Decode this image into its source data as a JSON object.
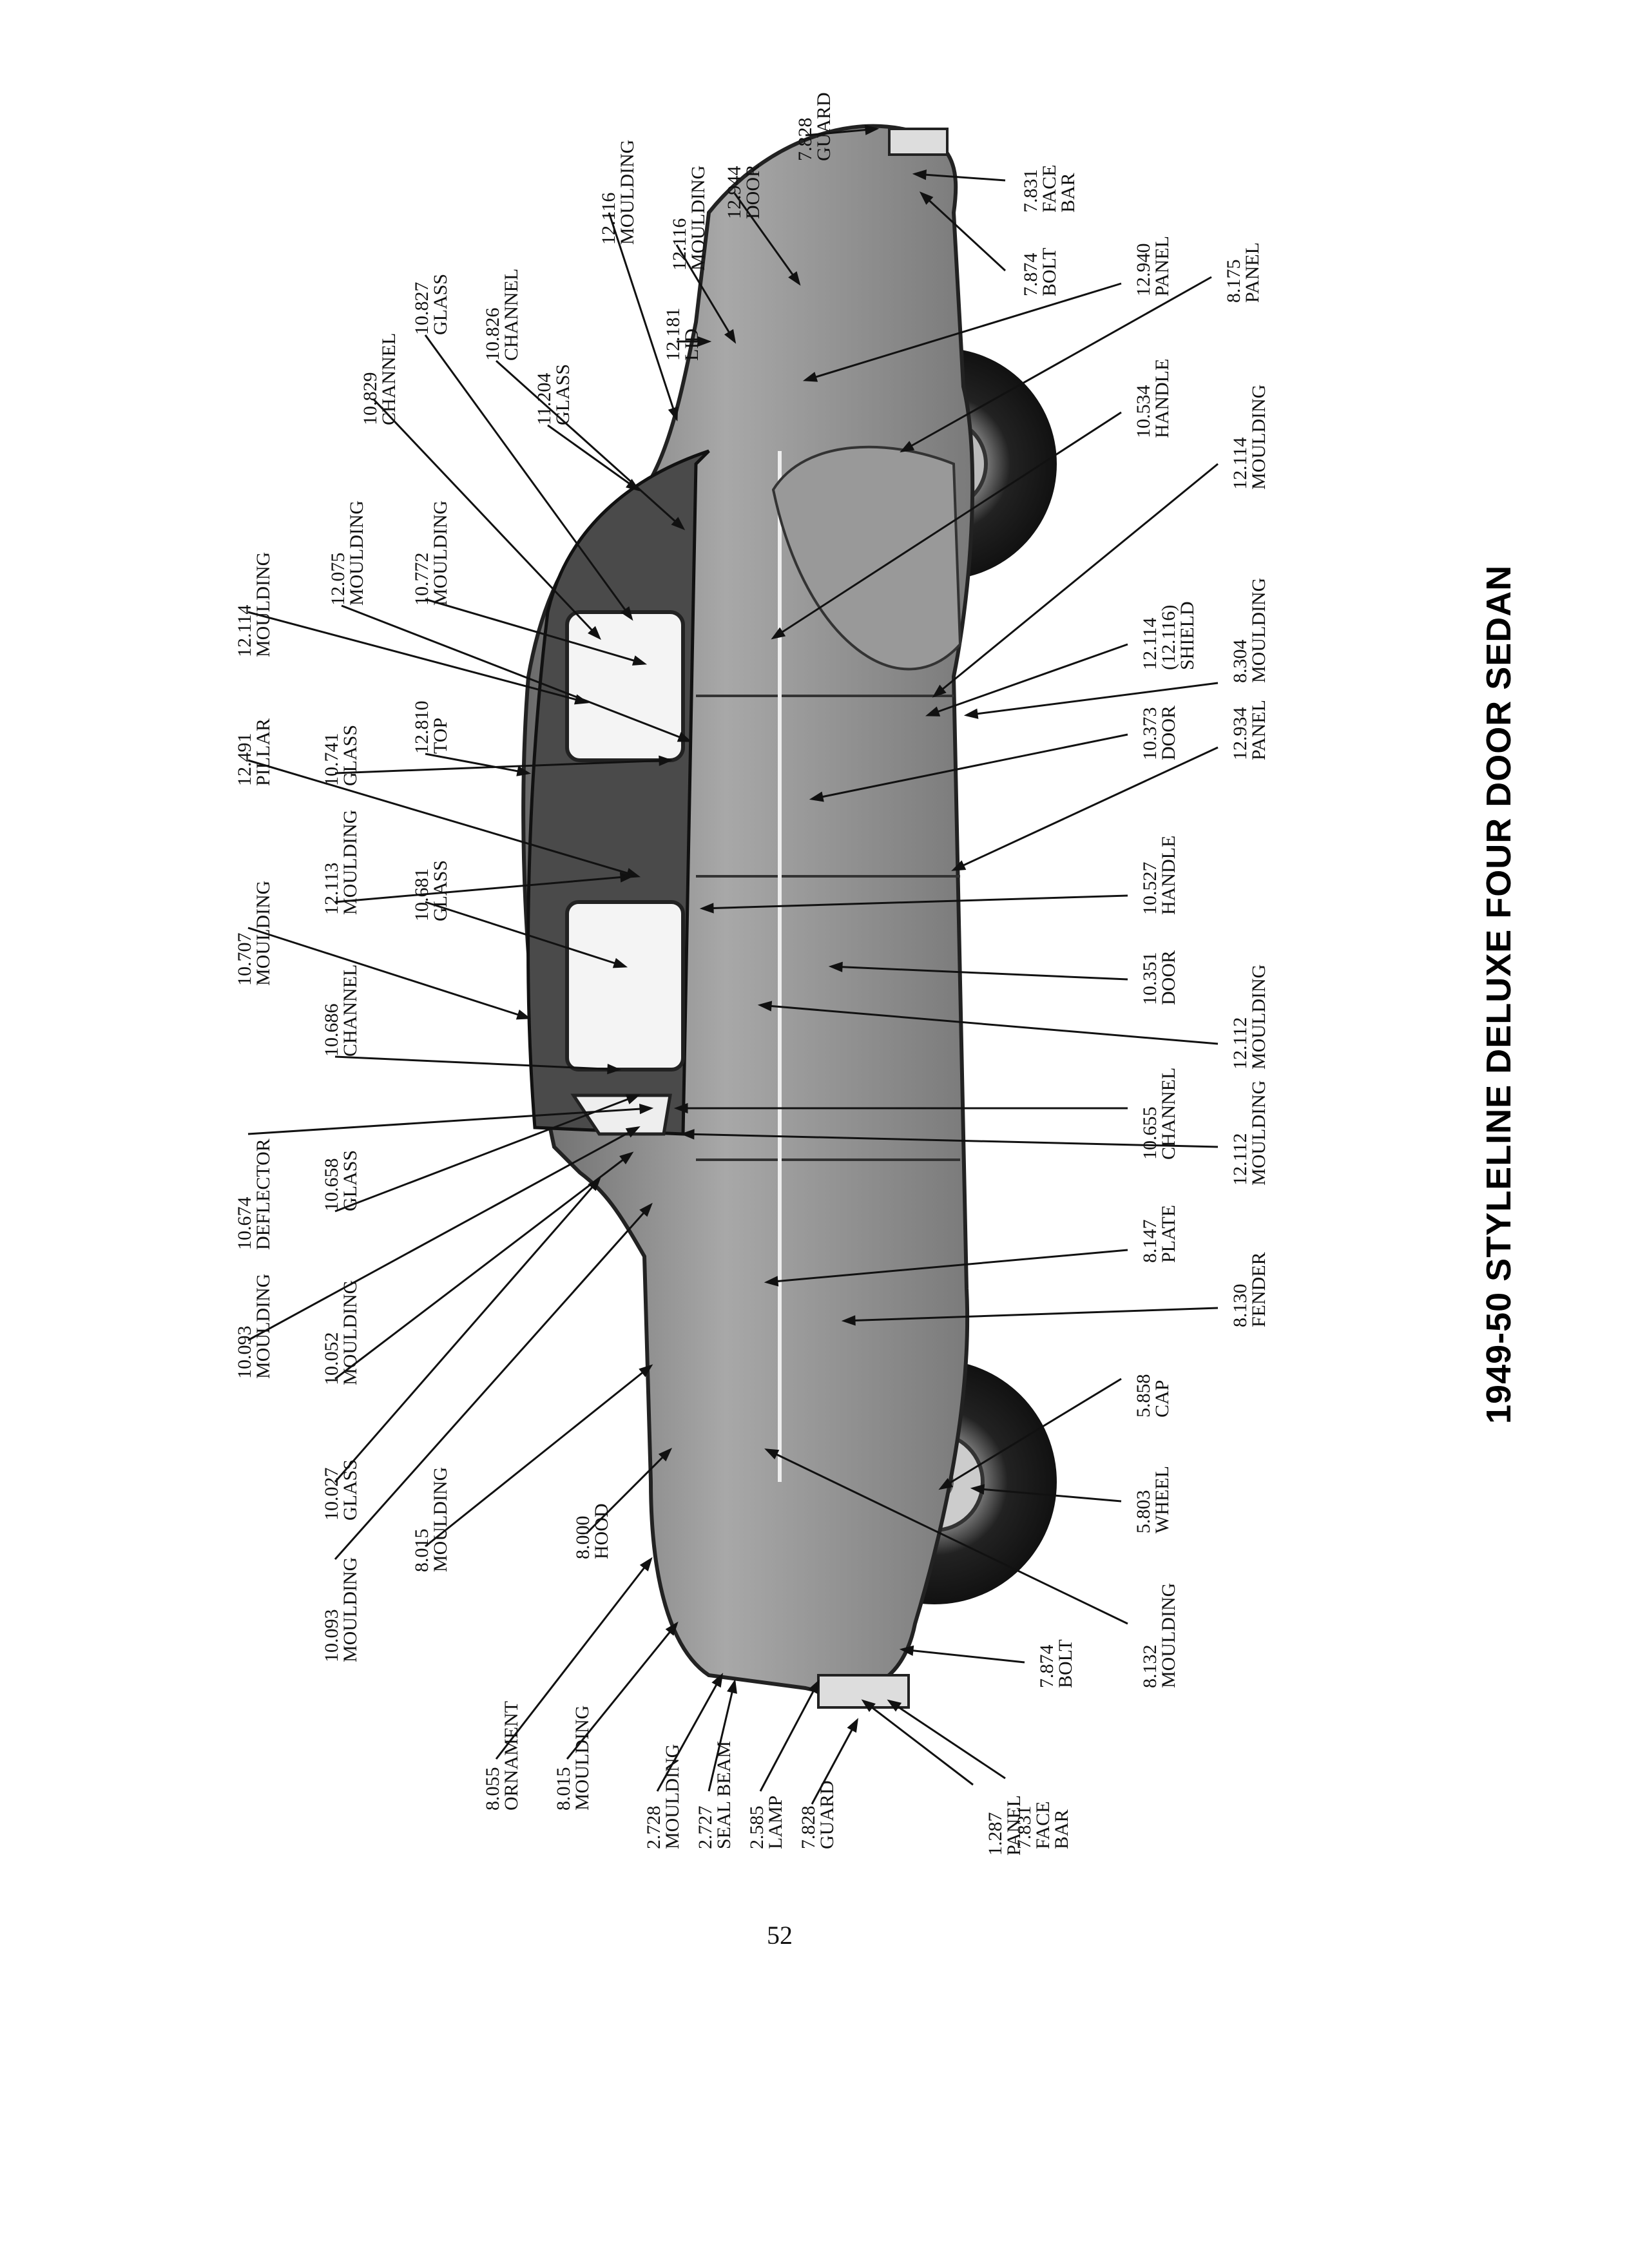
{
  "title": "1949-50 STYLELINE DELUXE FOUR DOOR SEDAN",
  "page_number": "52",
  "parts": [
    {
      "id": "p01",
      "number": "12.116",
      "name": "MOULDING"
    },
    {
      "id": "p02",
      "number": "12.116",
      "name": "MOULDING"
    },
    {
      "id": "p03",
      "number": "12.944",
      "name": "DOOR"
    },
    {
      "id": "p04",
      "number": "7.828",
      "name": "GUARD"
    },
    {
      "id": "p05",
      "number": "7.831",
      "name": "FACE\nBAR"
    },
    {
      "id": "p06",
      "number": "7.874",
      "name": "BOLT"
    },
    {
      "id": "p07",
      "number": "12.940",
      "name": "PANEL"
    },
    {
      "id": "p08",
      "number": "8.175",
      "name": "PANEL"
    },
    {
      "id": "p09",
      "number": "10.829",
      "name": "CHANNEL"
    },
    {
      "id": "p10",
      "number": "10.827",
      "name": "GLASS"
    },
    {
      "id": "p11",
      "number": "10.826",
      "name": "CHANNEL"
    },
    {
      "id": "p12",
      "number": "11.204",
      "name": "GLASS"
    },
    {
      "id": "p13",
      "number": "12.181",
      "name": "LID"
    },
    {
      "id": "p14",
      "number": "10.534",
      "name": "HANDLE"
    },
    {
      "id": "p15",
      "number": "12.114",
      "name": "MOULDING"
    },
    {
      "id": "p16",
      "number": "12.114",
      "name": "MOULDING"
    },
    {
      "id": "p17",
      "number": "12.075",
      "name": "MOULDING"
    },
    {
      "id": "p18",
      "number": "10.772",
      "name": "MOULDING"
    },
    {
      "id": "p19",
      "number": "12.114\n(12.116)",
      "name": "SHIELD"
    },
    {
      "id": "p20",
      "number": "8.304",
      "name": "MOULDING"
    },
    {
      "id": "p21",
      "number": "12.491",
      "name": "PILLAR"
    },
    {
      "id": "p22",
      "number": "10.741",
      "name": "GLASS"
    },
    {
      "id": "p23",
      "number": "12.810",
      "name": "TOP"
    },
    {
      "id": "p24",
      "number": "10.373",
      "name": "DOOR"
    },
    {
      "id": "p25",
      "number": "12.934",
      "name": "PANEL"
    },
    {
      "id": "p26",
      "number": "10.707",
      "name": "MOULDING"
    },
    {
      "id": "p27",
      "number": "12.113",
      "name": "MOULDING"
    },
    {
      "id": "p28",
      "number": "10.681",
      "name": "GLASS"
    },
    {
      "id": "p29",
      "number": "10.527",
      "name": "HANDLE"
    },
    {
      "id": "p30",
      "number": "10.351",
      "name": "DOOR"
    },
    {
      "id": "p31",
      "number": "12.112",
      "name": "MOULDING"
    },
    {
      "id": "p32",
      "number": "10.686",
      "name": "CHANNEL"
    },
    {
      "id": "p33",
      "number": "10.674",
      "name": "DEFLECTOR"
    },
    {
      "id": "p34",
      "number": "10.658",
      "name": "GLASS"
    },
    {
      "id": "p35",
      "number": "10.655",
      "name": "CHANNEL"
    },
    {
      "id": "p36",
      "number": "12.112",
      "name": "MOULDING"
    },
    {
      "id": "p37",
      "number": "10.093",
      "name": "MOULDING"
    },
    {
      "id": "p38",
      "number": "10.052",
      "name": "MOULDING"
    },
    {
      "id": "p39",
      "number": "8.147",
      "name": "PLATE"
    },
    {
      "id": "p40",
      "number": "8.130",
      "name": "FENDER"
    },
    {
      "id": "p41",
      "number": "10.027",
      "name": "GLASS"
    },
    {
      "id": "p42",
      "number": "10.093",
      "name": "MOULDING"
    },
    {
      "id": "p43",
      "number": "8.015",
      "name": "MOULDING"
    },
    {
      "id": "p44",
      "number": "8.000",
      "name": "HOOD"
    },
    {
      "id": "p45",
      "number": "5.858",
      "name": "CAP"
    },
    {
      "id": "p46",
      "number": "5.803",
      "name": "WHEEL"
    },
    {
      "id": "p47",
      "number": "8.132",
      "name": "MOULDING"
    },
    {
      "id": "p48",
      "number": "7.874",
      "name": "BOLT"
    },
    {
      "id": "p49",
      "number": "8.055",
      "name": "ORNAMENT"
    },
    {
      "id": "p50",
      "number": "8.015",
      "name": "MOULDING"
    },
    {
      "id": "p51",
      "number": "2.728",
      "name": "MOULDING"
    },
    {
      "id": "p52",
      "number": "2.727",
      "name": "SEAL BEAM"
    },
    {
      "id": "p53",
      "number": "2.585",
      "name": "LAMP"
    },
    {
      "id": "p54",
      "number": "7.828",
      "name": "GUARD"
    },
    {
      "id": "p55",
      "number": "1.287",
      "name": "PANEL"
    },
    {
      "id": "p56",
      "number": "7.831",
      "name": "FACE\nBAR"
    }
  ]
}
